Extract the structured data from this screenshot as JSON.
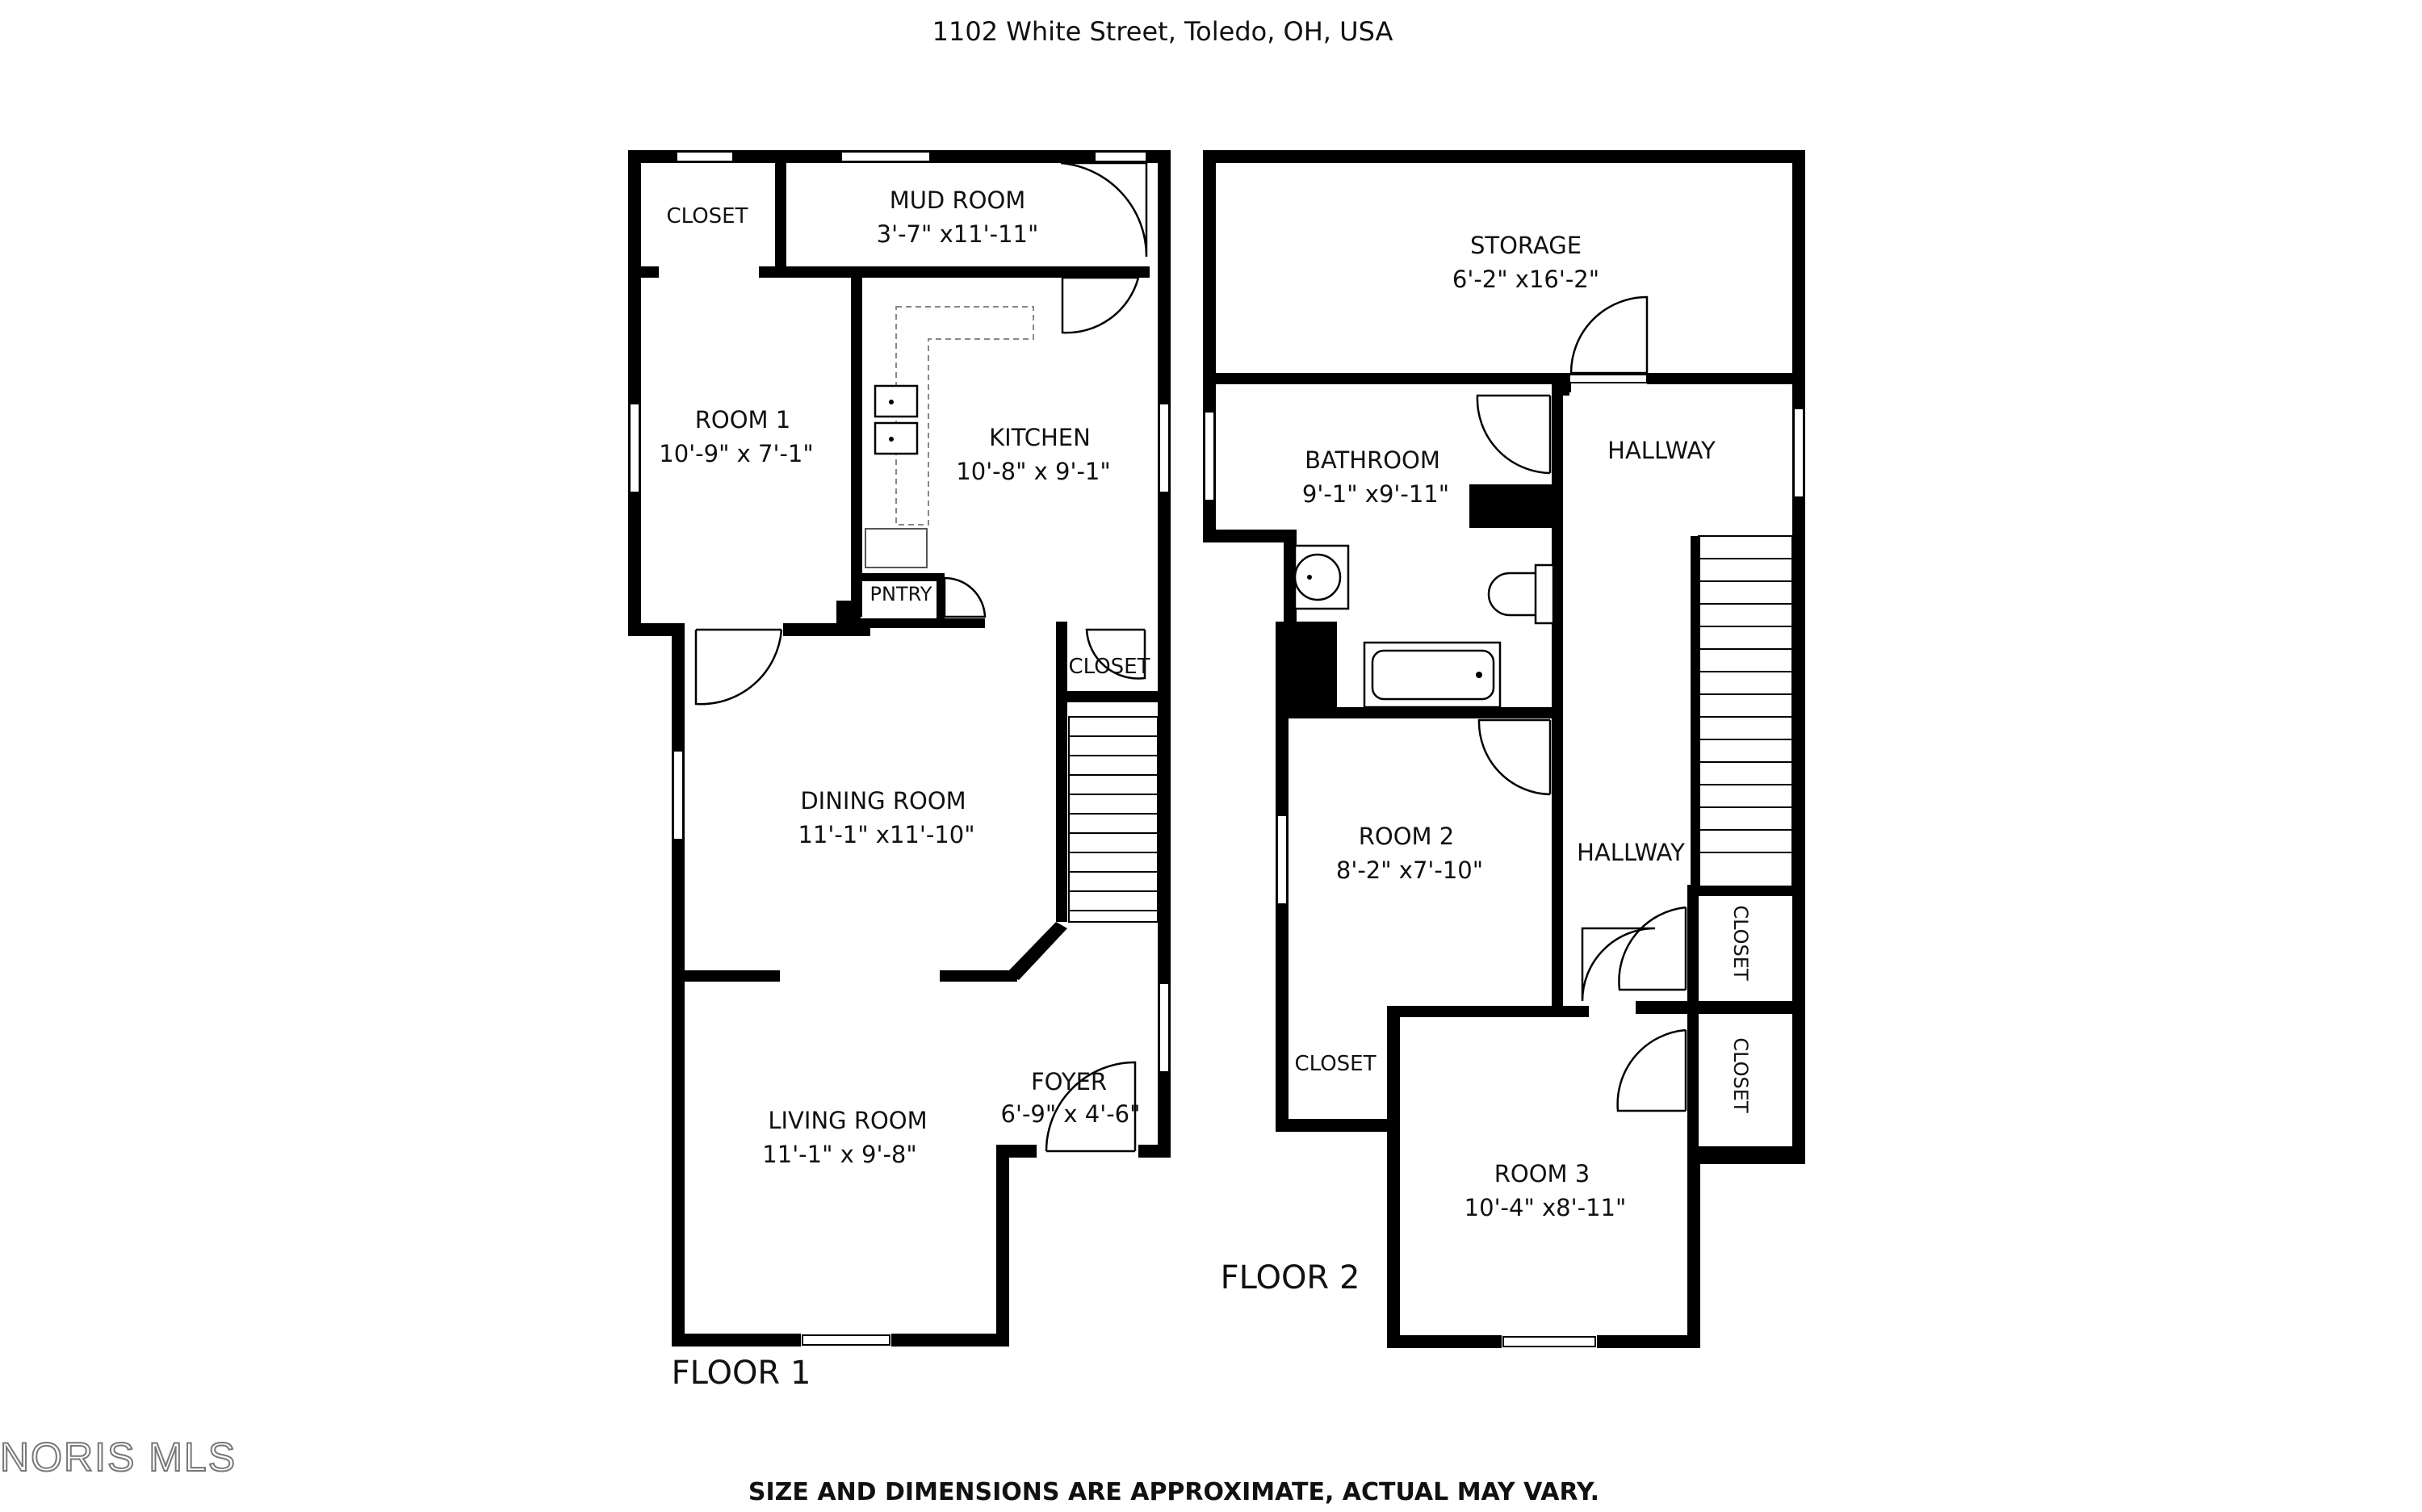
{
  "header": {
    "address": "1102 White Street, Toledo, OH, USA"
  },
  "footer": {
    "disclaimer": "SIZE AND DIMENSIONS ARE APPROXIMATE, ACTUAL MAY VARY.",
    "watermark": "NORIS MLS"
  },
  "floor1": {
    "label": "FLOOR 1",
    "rooms": {
      "closet_top": {
        "name": "CLOSET",
        "dims": ""
      },
      "mud_room": {
        "name": "MUD ROOM",
        "dims": "3'-7\" x11'-11\""
      },
      "room1": {
        "name": "ROOM 1",
        "dims": "10'-9\" x 7'-1\""
      },
      "kitchen": {
        "name": "KITCHEN",
        "dims": "10'-8\" x 9'-1\""
      },
      "pantry": {
        "name": "PNTRY",
        "dims": ""
      },
      "closet_mid": {
        "name": "CLOSET",
        "dims": ""
      },
      "dining_room": {
        "name": "DINING ROOM",
        "dims": "11'-1\" x11'-10\""
      },
      "living_room": {
        "name": "LIVING ROOM",
        "dims": "11'-1\" x 9'-8\""
      },
      "foyer": {
        "name": "FOYER",
        "dims": "6'-9\" x 4'-6\""
      }
    }
  },
  "floor2": {
    "label": "FLOOR 2",
    "rooms": {
      "storage": {
        "name": "STORAGE",
        "dims": "6'-2\"  x16'-2\""
      },
      "bathroom": {
        "name": "BATHROOM",
        "dims": "9'-1\"  x9'-11\""
      },
      "hallway_top": {
        "name": "HALLWAY",
        "dims": ""
      },
      "hallway_mid": {
        "name": "HALLWAY",
        "dims": ""
      },
      "room2": {
        "name": "ROOM 2",
        "dims": "8'-2\"  x7'-10\""
      },
      "closet_a": {
        "name": "CLOSET",
        "dims": ""
      },
      "closet_b": {
        "name": "CLOSET",
        "dims": ""
      },
      "closet_c": {
        "name": "CLOSET",
        "dims": ""
      },
      "room3": {
        "name": "ROOM 3",
        "dims": "10'-4\" x8'-11\""
      }
    }
  }
}
